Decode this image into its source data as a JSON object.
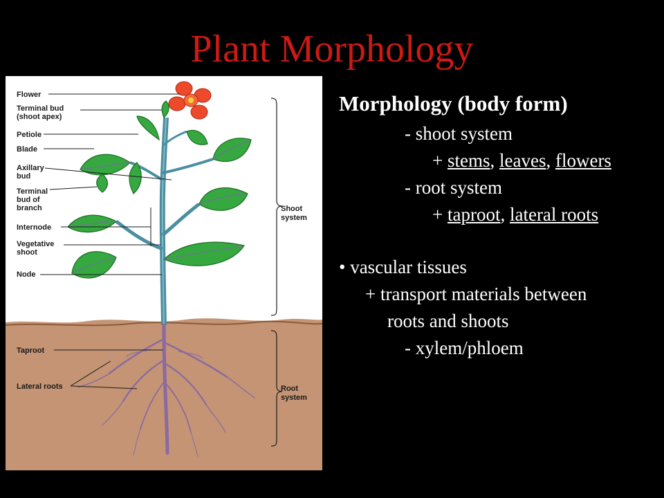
{
  "slide": {
    "title": "Plant Morphology"
  },
  "diagram": {
    "labels": {
      "flower": "Flower",
      "terminal_bud_1": "Terminal bud",
      "terminal_bud_2": "(shoot apex)",
      "petiole": "Petiole",
      "blade": "Blade",
      "axillary_1": "Axillary",
      "axillary_2": "bud",
      "branch_bud_1": "Terminal",
      "branch_bud_2": "bud of",
      "branch_bud_3": "branch",
      "internode": "Internode",
      "vegetative_1": "Vegetative",
      "vegetative_2": "shoot",
      "node": "Node",
      "taproot": "Taproot",
      "lateral_roots": "Lateral roots",
      "shoot_system_1": "Shoot",
      "shoot_system_2": "system",
      "root_system_1": "Root",
      "root_system_2": "system"
    },
    "colors": {
      "sky": "#ffffff",
      "soil": "#c49474",
      "leaf": "#2e9e3a",
      "leaf_vein": "#7a6aa8",
      "stem": "#4a8fa0",
      "root": "#8a6aa0",
      "petal": "#ec4a2a"
    }
  },
  "text": {
    "heading": "Morphology (body form)",
    "shoot_prefix": "-  shoot system",
    "shoot_plus": "+  ",
    "stems": "stems",
    "comma1": ",  ",
    "leaves": "leaves",
    "comma2": ", ",
    "flowers": "flowers",
    "root_prefix": "-  root system",
    "root_plus": "+  ",
    "taproot": "taproot",
    "comma3": ", ",
    "lateral_roots": "lateral roots",
    "bullet": "•  vascular tissues",
    "transport_1": "+  transport materials between",
    "transport_2": "roots and shoots",
    "xylem": "-  xylem/phloem"
  }
}
